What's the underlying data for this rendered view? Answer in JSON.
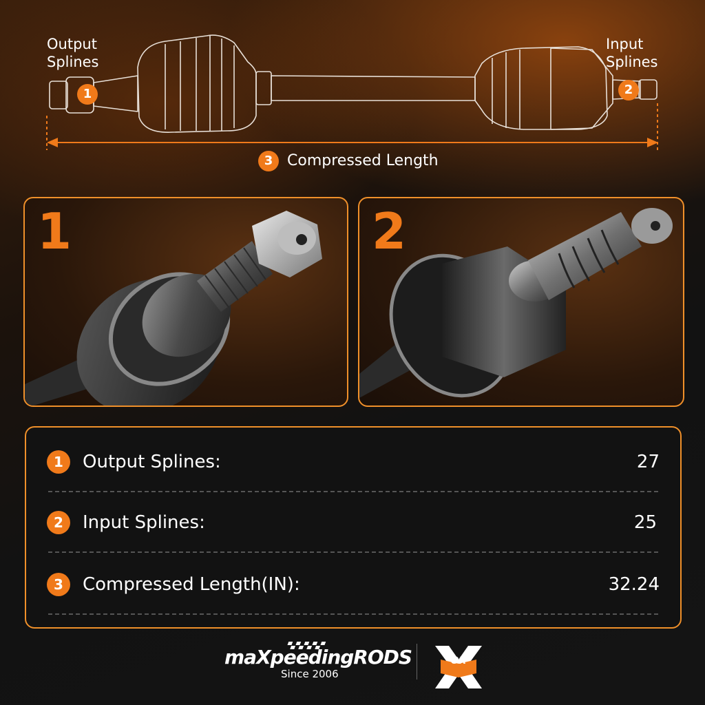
{
  "diagram": {
    "output_splines_label_line1": "Output",
    "output_splines_label_line2": "Splines",
    "input_splines_label_line1": "Input",
    "input_splines_label_line2": "Splines",
    "badge_1": "1",
    "badge_2": "2",
    "badge_3": "3",
    "compressed_length_label": "Compressed Length"
  },
  "panels": [
    {
      "number": "1"
    },
    {
      "number": "2"
    }
  ],
  "specs": [
    {
      "number": "1",
      "name": "Output Splines:",
      "value": "27"
    },
    {
      "number": "2",
      "name": "Input Splines:",
      "value": "25"
    },
    {
      "number": "3",
      "name": "Compressed Length(IN):",
      "value": "32.24"
    }
  ],
  "footer": {
    "brand": "maXpeedingRODS",
    "since": "Since 2006",
    "secondary_logo": "OR"
  },
  "colors": {
    "accent": "#f07a1a",
    "background": "#141414",
    "text": "#ffffff"
  }
}
